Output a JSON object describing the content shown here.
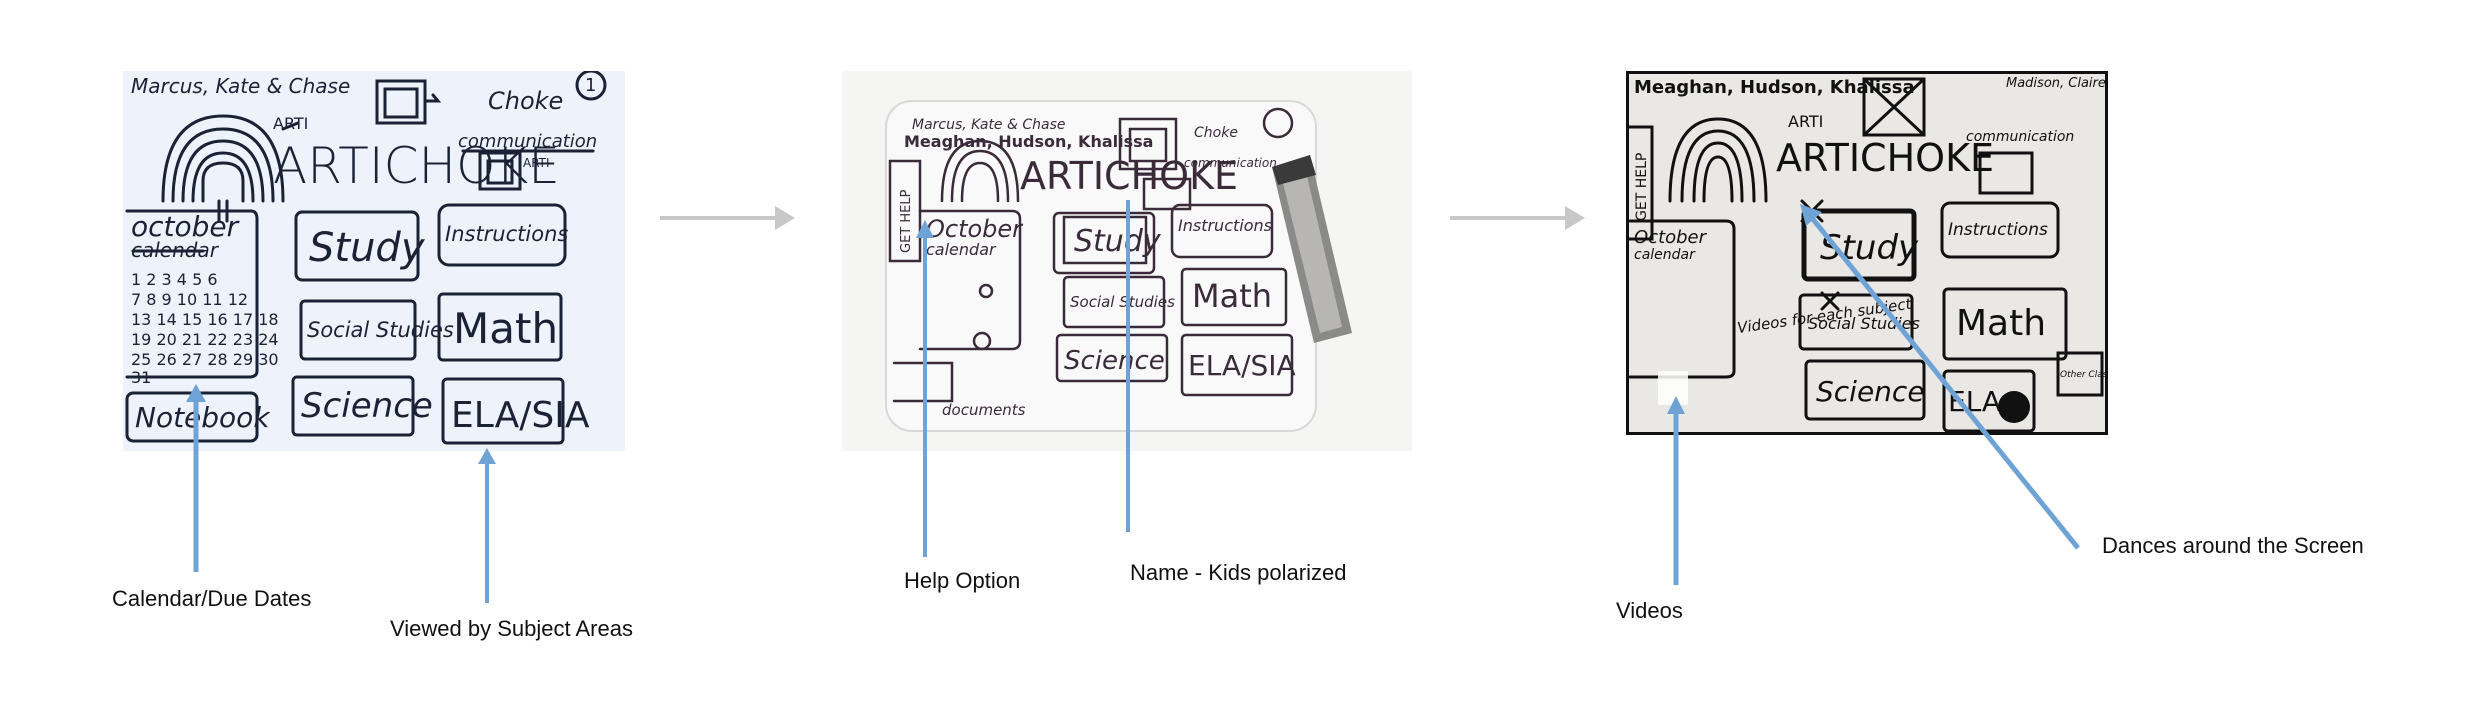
{
  "photos": [
    {
      "sketch": {
        "team": "Marcus, Kate & Chase",
        "number": "1",
        "mascot": "ARTI",
        "title": "ARTICHOKE",
        "choke": "Choke",
        "communication": "communication",
        "arti_small": "ARTI",
        "calendar_title": "october",
        "calendar_sub": "calendar",
        "calendar_rows": [
          "1 2 3 4 5 6",
          "7 8 9 10 11 12",
          "13 14 15 16 17 18",
          "19 20 21 22 23 24",
          "25 26 27 28 29 30",
          "31"
        ],
        "study": "Study",
        "instructions": "Instructions",
        "social_studies": "Social Studies",
        "math": "Math",
        "science": "Science",
        "ela": "ELA/SIA",
        "notebook": "Notebook"
      }
    },
    {
      "sketch": {
        "team": "Marcus, Kate & Chase",
        "team2": "Meaghan, Hudson, Khalissa",
        "title": "ARTICHOKE",
        "choke": "Choke",
        "communication": "communication",
        "help": "GET HELP",
        "calendar_title": "October",
        "calendar_sub": "calendar",
        "study": "Study",
        "instructions": "Instructions",
        "social_studies": "Social Studies",
        "math": "Math",
        "science": "Science",
        "ela": "ELA/SIA",
        "documents": "documents"
      }
    },
    {
      "sketch": {
        "team": "Meaghan, Hudson, Khalissa",
        "team3": "Madison, Claire",
        "title": "ARTICHOKE",
        "arti": "ARTI",
        "communication": "communication",
        "help": "GET HELP",
        "calendar_title": "October",
        "calendar_sub": "calendar",
        "study": "Study",
        "instructions": "Instructions",
        "videos": "Videos for each subject",
        "social_studies": "Social Studies",
        "math": "Math",
        "science": "Science",
        "ela": "ELA",
        "other": "Other Classes"
      }
    }
  ],
  "labels": {
    "calendar": "Calendar/Due Dates",
    "viewed": "Viewed by Subject Areas",
    "help": "Help Option",
    "name": "Name - Kids polarized",
    "videos": "Videos",
    "dances": "Dances around the Screen"
  },
  "colors": {
    "annotation_arrow": "#6fa3d6",
    "flow_arrow": "#c8c8c8",
    "ink": "#1b2235"
  }
}
